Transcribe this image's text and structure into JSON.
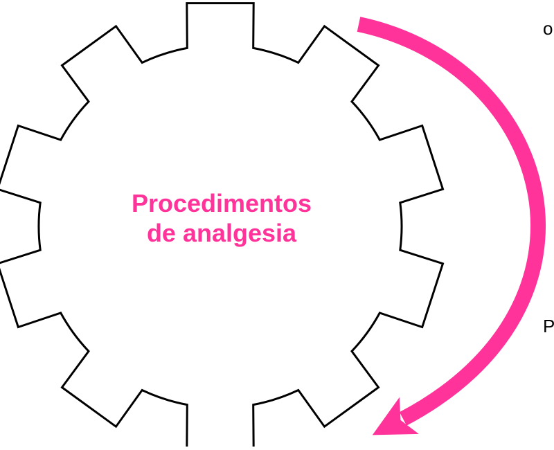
{
  "diagram": {
    "center_label_line1": "Procedimentos",
    "center_label_line2": "de analgesia",
    "edge_fragment_top": "o,",
    "edge_fragment_bottom": "P:",
    "colors": {
      "accent": "#FF3399",
      "gear_stroke": "#000000",
      "gear_fill": "#FFFFFF",
      "text": "#000000"
    },
    "icons": {
      "gear": "gear-icon",
      "arrow": "curved-arrow-icon"
    }
  }
}
